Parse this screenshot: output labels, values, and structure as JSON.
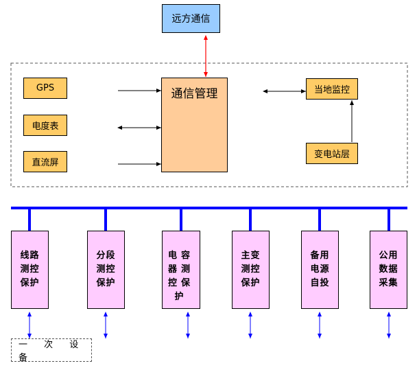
{
  "remote": "远方通信",
  "mgmt": "通信管理",
  "gps": "GPS",
  "meter": "电度表",
  "dc": "直流屏",
  "local": "当地监控",
  "substation": "变电站层",
  "prot": [
    "线路测控保护",
    "分段测控保护",
    "电容器测控保护",
    "主变测控保护",
    "备用电源自投",
    "公用数据采集"
  ],
  "device": "一 次 设 备",
  "colors": {
    "bus": "#0000ff",
    "red_arrow": "#ff0000",
    "arrow": "#000000"
  }
}
